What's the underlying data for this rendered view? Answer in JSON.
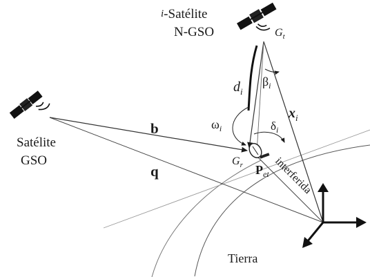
{
  "labels": {
    "ngso_prefix": "i",
    "ngso_line1_rest": "-Satélite",
    "ngso_line2": "N-GSO",
    "gt": "G",
    "gt_sub": "t",
    "beta": "β",
    "beta_sub": "i",
    "d": "d",
    "d_sub": "i",
    "x": "x",
    "x_sub": "i",
    "omega": "ω",
    "omega_sub": "i",
    "delta": "δ",
    "delta_sub": "i",
    "b": "b",
    "q": "q",
    "gso_line1": "Satélite",
    "gso_line2": "GSO",
    "gr": "G",
    "gr_sub": "r",
    "p": "P",
    "p_sub": "et",
    "interferida": "interferida",
    "tierra": "Tierra"
  }
}
